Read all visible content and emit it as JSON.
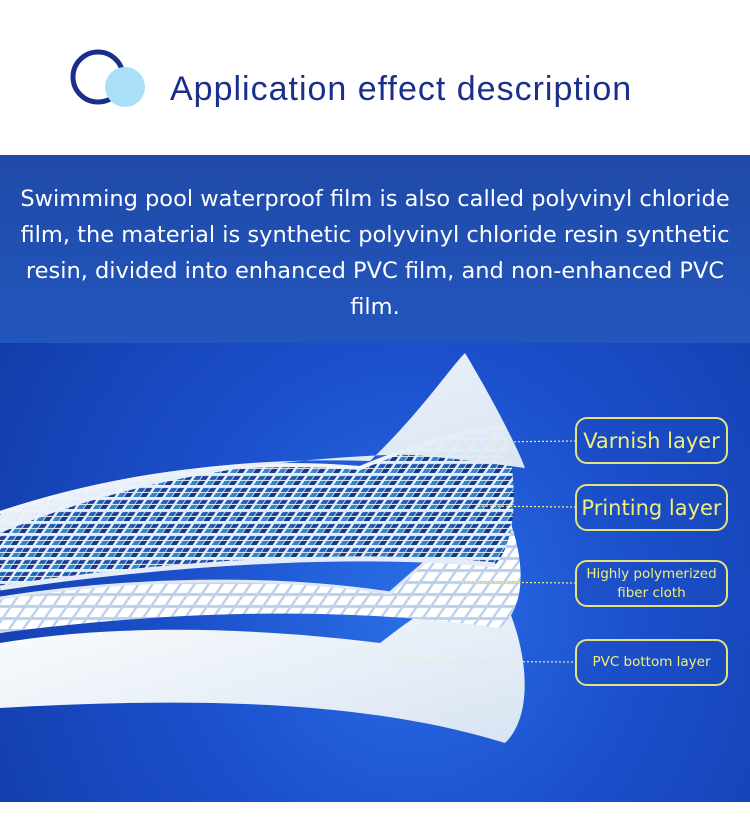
{
  "header": {
    "title": "Application effect description",
    "icon": "circles-logo-icon",
    "colors": {
      "title": "#1a2f8c",
      "ring": "#1a2f8c",
      "dot": "#a9e0f7"
    }
  },
  "intro": {
    "text": "Swimming pool waterproof film is also called polyvinyl chloride film, the material is synthetic polyvinyl chloride resin synthetic resin, divided into enhanced PVC film, and non-enhanced PVC film."
  },
  "layers": [
    {
      "label": "Varnish layer"
    },
    {
      "label": "Printing layer"
    },
    {
      "label_line1": "Highly polymerized",
      "label_line2": "fiber cloth"
    },
    {
      "label": "PVC bottom layer"
    }
  ],
  "colors": {
    "panel": "#1b4fcc",
    "label_border": "#e9e27a",
    "label_text": "#f3ee7a"
  }
}
